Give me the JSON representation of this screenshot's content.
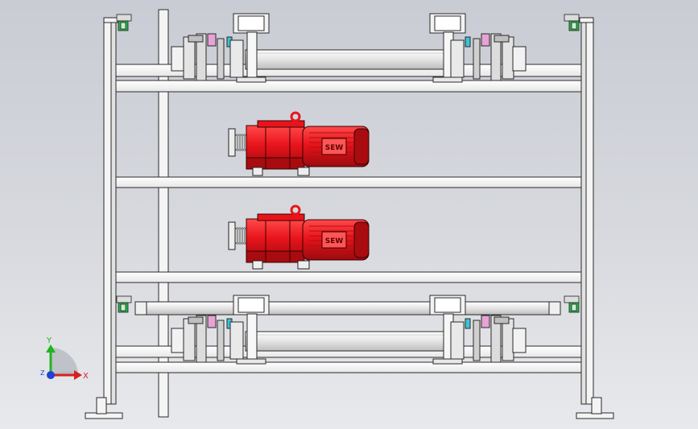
{
  "viewport": {
    "title": "",
    "background_top": "#c9ccd4",
    "background_bottom": "#e8e9ec"
  },
  "colors": {
    "frame_fill": "#f4f4f4",
    "frame_stroke": "#2a2a2a",
    "motor_red": "#e8141b",
    "motor_dark_red": "#a80c10",
    "bearing_pink": "#e7a2d6",
    "bearing_cyan": "#3fc3d6",
    "sensor_green": "#2bb24c",
    "axis_x": "#d62020",
    "axis_y": "#1fb51f",
    "axis_z": "#2040d8"
  },
  "motors": [
    {
      "name": "gear-motor-upper",
      "brand_mark": "SEW",
      "icon": "gear-motor-icon"
    },
    {
      "name": "gear-motor-lower",
      "brand_mark": "SEW",
      "icon": "gear-motor-icon"
    }
  ],
  "triad": {
    "x_label": "X",
    "y_label": "Y",
    "z_label": "Z"
  }
}
